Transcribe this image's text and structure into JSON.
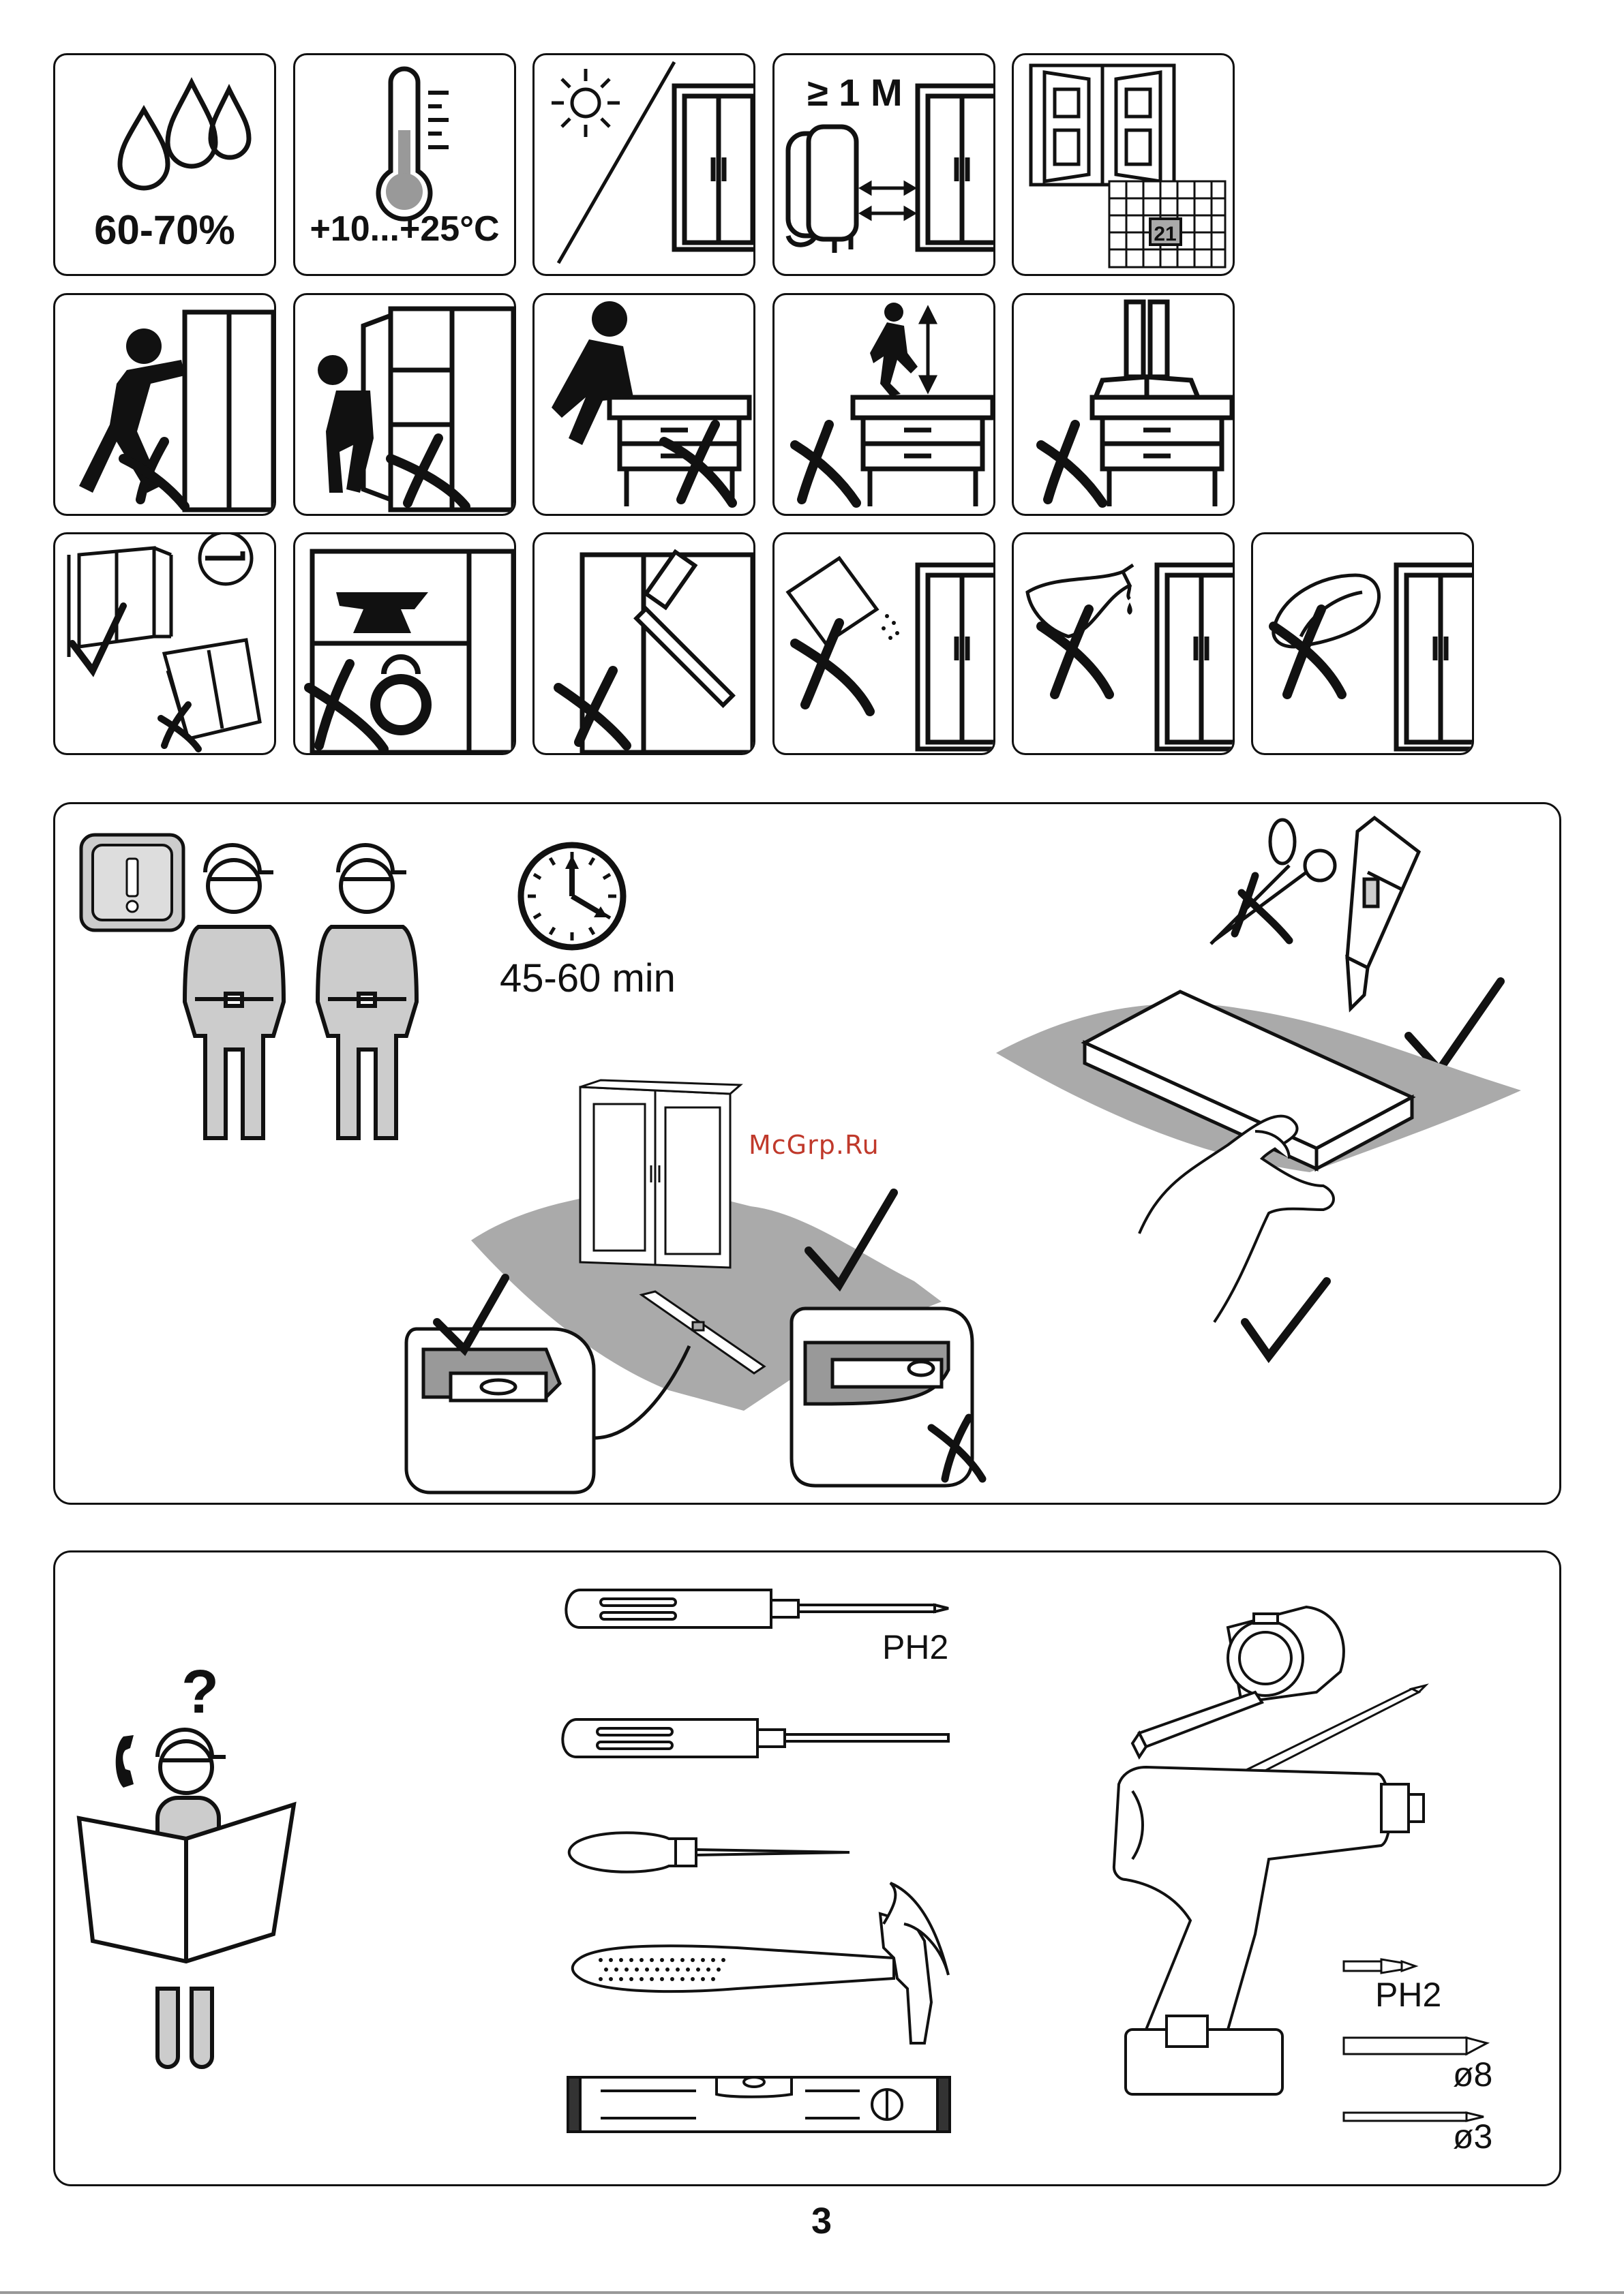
{
  "conditions": {
    "humidity_label": "60-70%",
    "temperature_label": "+10...+25°C",
    "distance_label": "≥ 1 M",
    "calendar_day": "21"
  },
  "assembly_panel": {
    "duration_label": "45-60 min",
    "watermark": "McGrp.Ru"
  },
  "tools_panel": {
    "screwdriver_label": "PH2",
    "drill_bit_label": "PH2",
    "drill_8_label": "ø8",
    "drill_3_label": "ø3"
  },
  "page_number": "3",
  "icons": [
    "water-drops-icon",
    "thermometer-icon",
    "sun-icon",
    "radiator-icon",
    "window-icon",
    "calendar-icon",
    "clock-icon",
    "worker-icon",
    "scissors-icon",
    "utility-knife-icon",
    "spirit-level-icon",
    "question-icon",
    "phone-icon",
    "screwdriver-icon",
    "awl-icon",
    "hammer-icon",
    "tape-measure-icon",
    "pencil-icon",
    "drill-icon",
    "check-icon",
    "cross-icon"
  ]
}
